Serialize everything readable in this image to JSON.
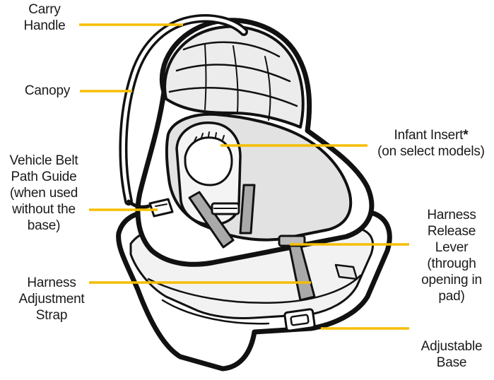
{
  "diagram": {
    "leader_color": "#f5be00",
    "labels": {
      "carry_handle": [
        "Carry",
        "Handle"
      ],
      "canopy": [
        "Canopy"
      ],
      "vehicle_belt_path_guide": [
        "Vehicle Belt",
        "Path Guide",
        "(when used",
        "without the",
        "base)"
      ],
      "harness_adjustment_strap": [
        "Harness",
        "Adjustment",
        "Strap"
      ],
      "infant_insert": {
        "text": "Infant Insert",
        "asterisk": "*",
        "note": "(on select models)"
      },
      "harness_release_lever": [
        "Harness",
        "Release",
        "Lever",
        "(through",
        "opening in",
        "pad)"
      ],
      "adjustable_base": [
        "Adjustable",
        "Base"
      ]
    }
  }
}
